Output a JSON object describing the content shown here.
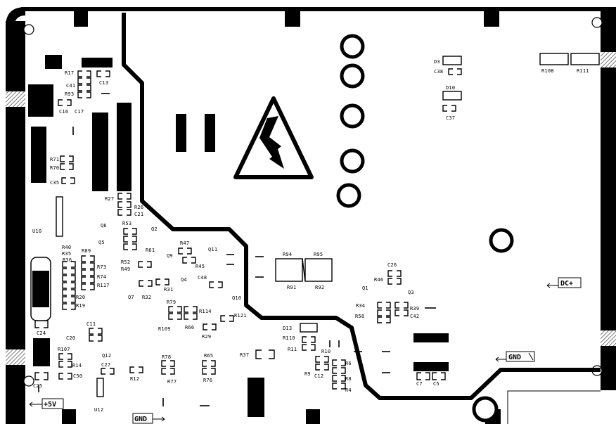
{
  "board": {
    "net_labels": {
      "dc_plus": "DC+",
      "gnd_right": "GND",
      "gnd_bottom": "GND",
      "plus_5v": "+5V"
    },
    "colors": {
      "ink": "#000000",
      "background": "#ffffff",
      "hatch": "#888888"
    },
    "designators": [
      "R17",
      "C13",
      "C41",
      "R93",
      "C16",
      "C17",
      "R71",
      "R70",
      "C35",
      "R27",
      "C21",
      "R26",
      "U10",
      "R53",
      "Q6",
      "Q2",
      "Q5",
      "R61",
      "R52",
      "R49",
      "Q9",
      "R47",
      "R45",
      "Q11",
      "Q4",
      "C48",
      "R31",
      "Q7",
      "R32",
      "R40",
      "R35",
      "R36",
      "R89",
      "R73",
      "R74",
      "R117",
      "R20",
      "R19",
      "C24",
      "R79",
      "R114",
      "R66",
      "R109",
      "R29",
      "Q10",
      "R121",
      "C11",
      "C20",
      "Q12",
      "R107",
      "R14",
      "C27",
      "C50",
      "C25",
      "R12",
      "R78",
      "R77",
      "R65",
      "R76",
      "U12",
      "R37",
      "D3",
      "C38",
      "D10",
      "C37",
      "R108",
      "R111",
      "R94",
      "R95",
      "R91",
      "R92",
      "C26",
      "R46",
      "Q1",
      "Q3",
      "R34",
      "R39",
      "R58",
      "C42",
      "D13",
      "R110",
      "R11",
      "R10",
      "R9",
      "C12",
      "R6",
      "R8",
      "R4",
      "C7",
      "C5"
    ]
  }
}
